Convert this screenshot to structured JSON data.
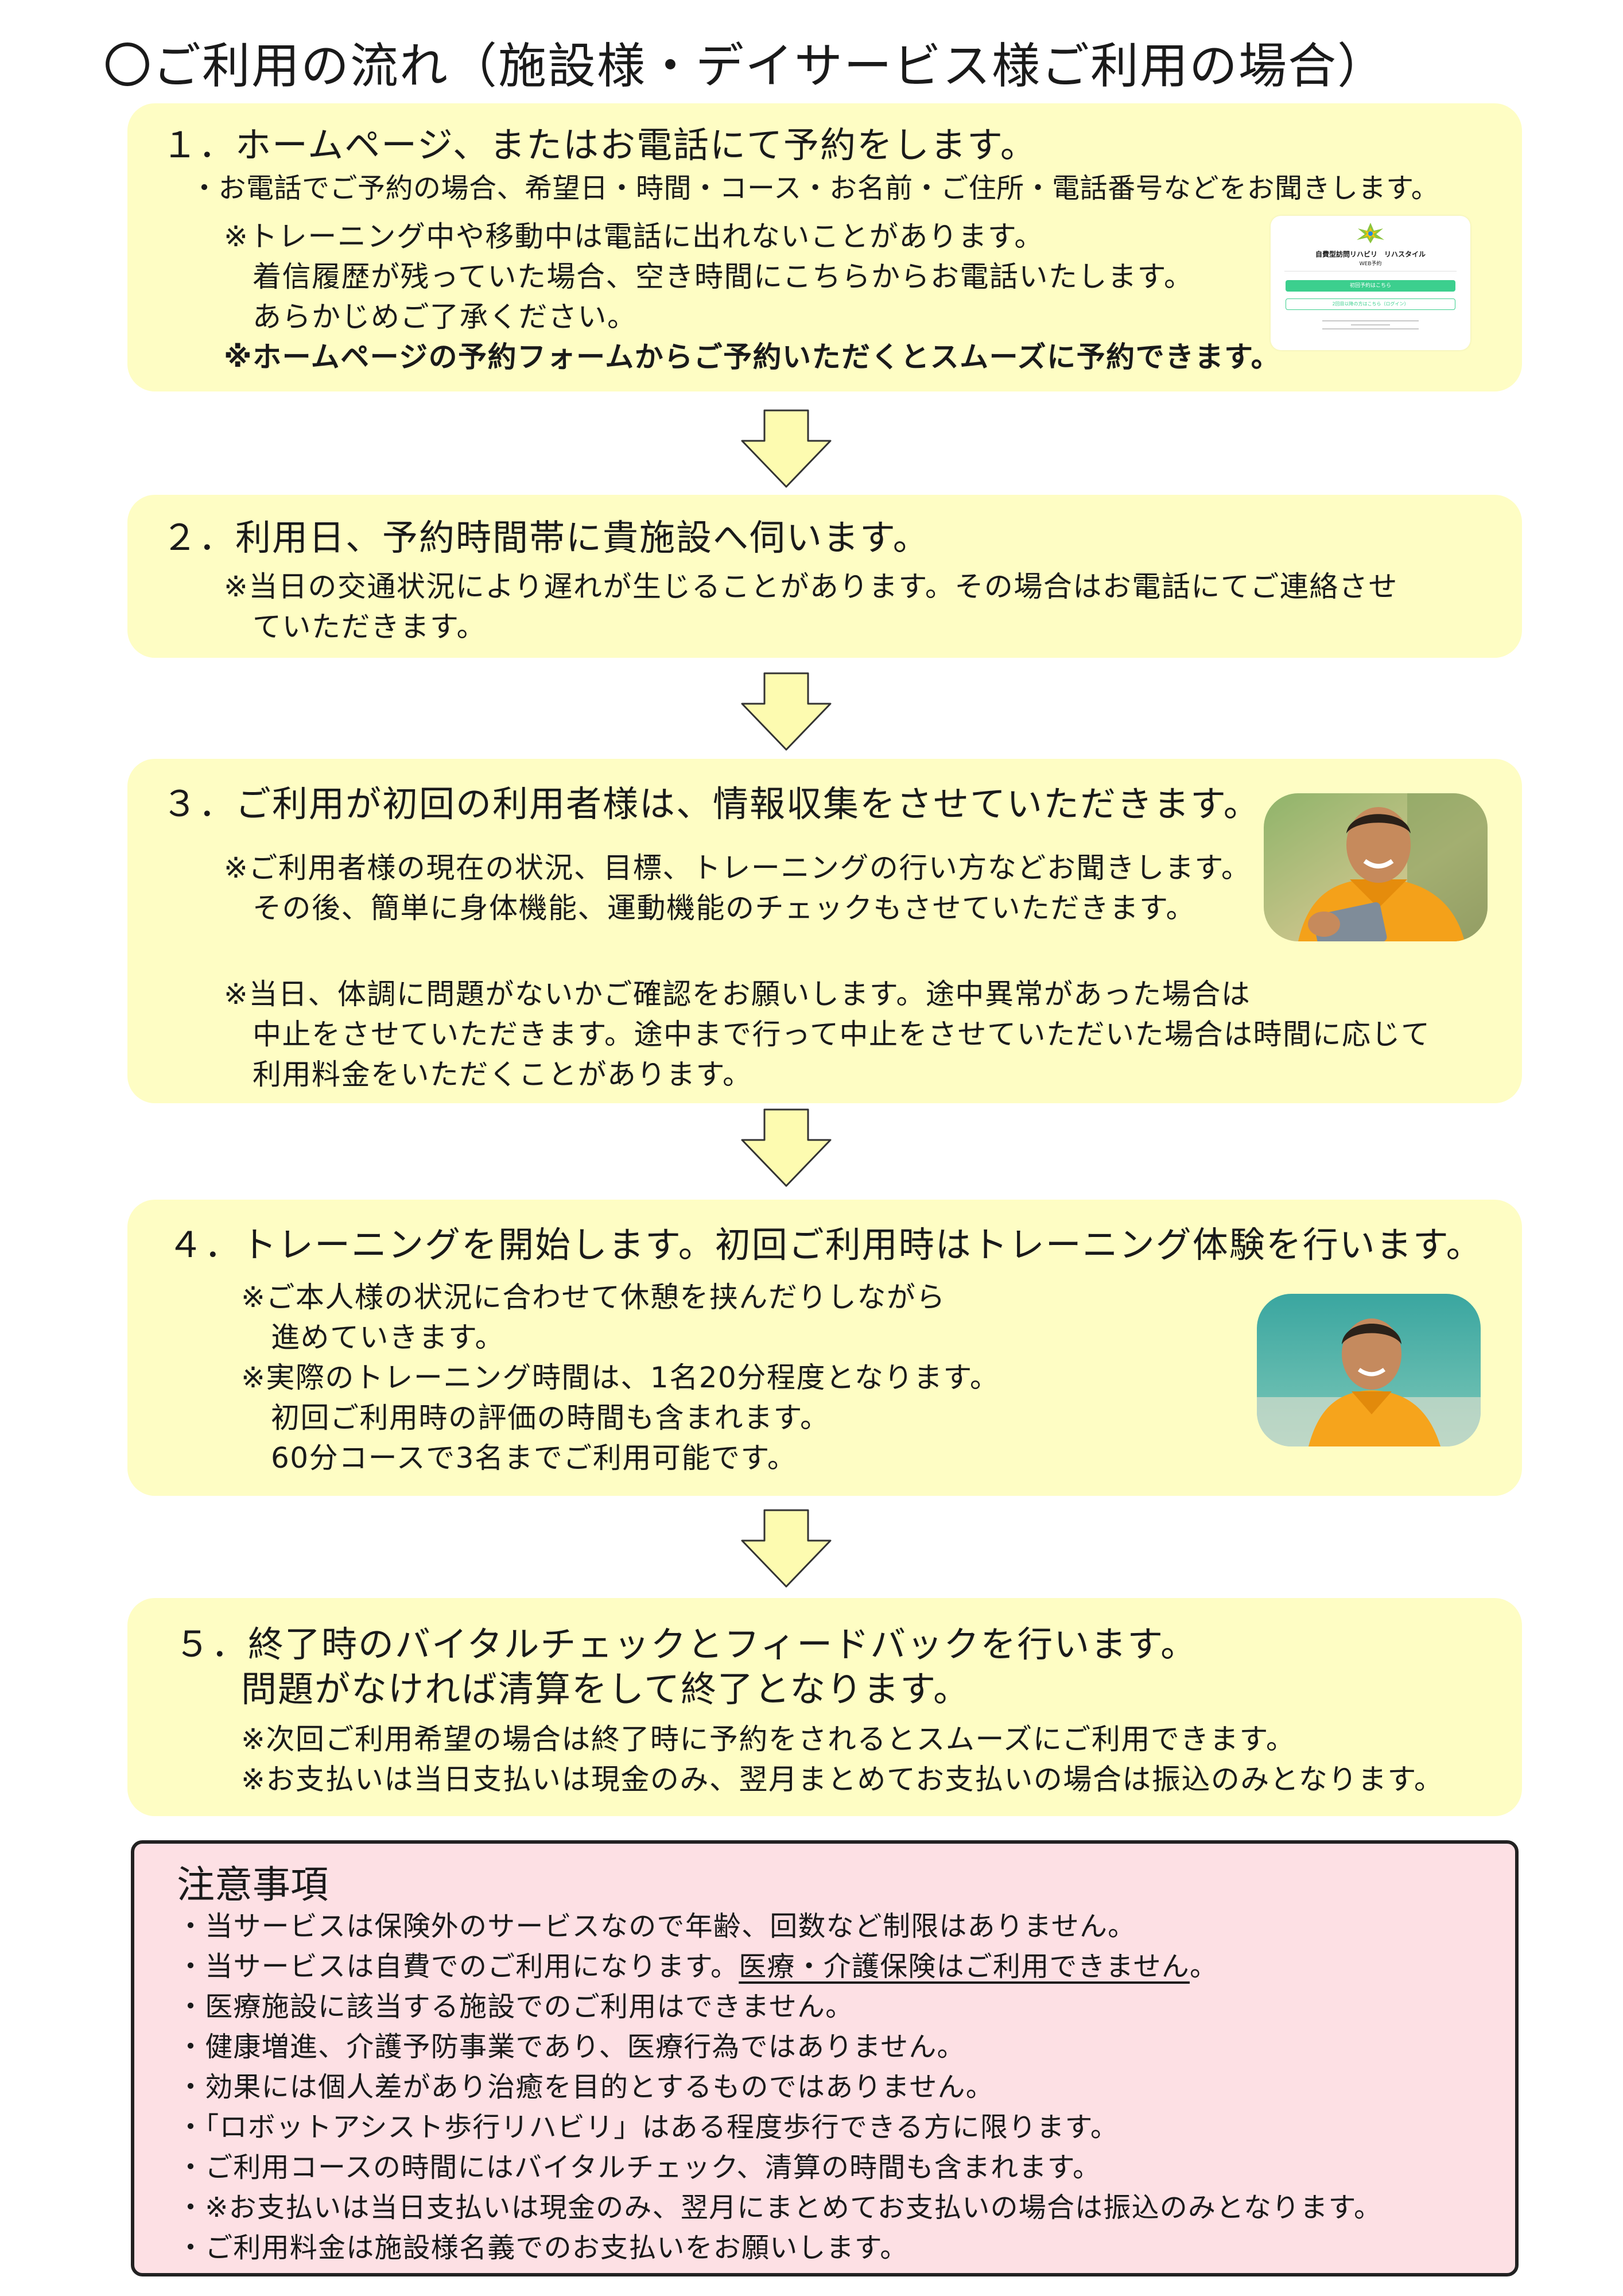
{
  "title": "〇ご利用の流れ（施設様・デイサービス様ご利用の場合）",
  "colors": {
    "step_box": "#fefdc4",
    "notice_box": "#fde0e4",
    "arrow_fill": "#fdfbb0",
    "accent_green": "#3ccf8e"
  },
  "steps": [
    {
      "heading": "１．ホームページ、またはお電話にて予約をします。",
      "lines": [
        "・お電話でご予約の場合、希望日・時間・コース・お名前・ご住所・電話番号などをお聞きします。",
        "※トレーニング中や移動中は電話に出れないことがあります。",
        "着信履歴が残っていた場合、空き時間にこちらからお電話いたします。",
        "あらかじめご了承ください。",
        "※ホームページの予約フォームからご予約いただくとスムーズに予約できます。"
      ],
      "web_preview": {
        "logo_icon": "star-burst-logo-icon",
        "title": "自費型訪問リハビリ　リハスタイル",
        "subtitle": "WEB予約",
        "primary_button": "初回予約はこちら",
        "secondary_button": "2回目以降の方はこちら（ログイン）"
      }
    },
    {
      "heading": "２．利用日、予約時間帯に貴施設へ伺います。",
      "lines": [
        "※当日の交通状況により遅れが生じることがあります。その場合はお電話にてご連絡させ",
        "ていただきます。"
      ]
    },
    {
      "heading": "３．ご利用が初回の利用者様は、情報収集をさせていただきます。",
      "lines": [
        "※ご利用者様の現在の状況、目標、トレーニングの行い方などお聞きします。",
        "その後、簡単に身体機能、運動機能のチェックもさせていただきます。",
        "※当日、体調に問題がないかご確認をお願いします。途中異常があった場合は",
        "中止をさせていただきます。途中まで行って中止をさせていただいた場合は時間に応じて",
        "利用料金をいただくことがあります。"
      ],
      "photo_icon": "staff-with-tablet-photo-icon"
    },
    {
      "heading": "４．トレーニングを開始します。初回ご利用時はトレーニング体験を行います。",
      "lines": [
        "※ご本人様の状況に合わせて休憩を挟んだりしながら",
        "進めていきます。",
        "※実際のトレーニング時間は、1名20分程度となります。",
        "初回ご利用時の評価の時間も含まれます。",
        "60分コースで3名までご利用可能です。"
      ],
      "photo_icon": "staff-smiling-photo-icon"
    },
    {
      "heading": "５．終了時のバイタルチェックとフィードバックを行います。",
      "heading2": "問題がなければ清算をして終了となります。",
      "lines": [
        "※次回ご利用希望の場合は終了時に予約をされるとスムーズにご利用できます。",
        "※お支払いは当日支払いは現金のみ、翌月まとめてお支払いの場合は振込のみとなります。"
      ]
    }
  ],
  "notice": {
    "title": "注意事項",
    "items": [
      "・当サービスは保険外のサービスなので年齢、回数など制限はありません。",
      "・当サービスは自費でのご利用になります。",
      "・医療施設に該当する施設でのご利用はできません。",
      "・健康増進、介護予防事業であり、医療行為ではありません。",
      "・効果には個人差があり治癒を目的とするものではありません。",
      "・「ロボットアシスト歩行リハビリ」はある程度歩行できる方に限ります。",
      "・ご利用コースの時間にはバイタルチェック、清算の時間も含まれます。",
      "・※お支払いは当日支払いは現金のみ、翌月にまとめてお支払いの場合は振込のみとなります。",
      "・ご利用料金は施設様名義でのお支払いをお願いします。"
    ],
    "item2_underlined": "医療・介護保険はご利用できません",
    "item2_tail": "。"
  }
}
